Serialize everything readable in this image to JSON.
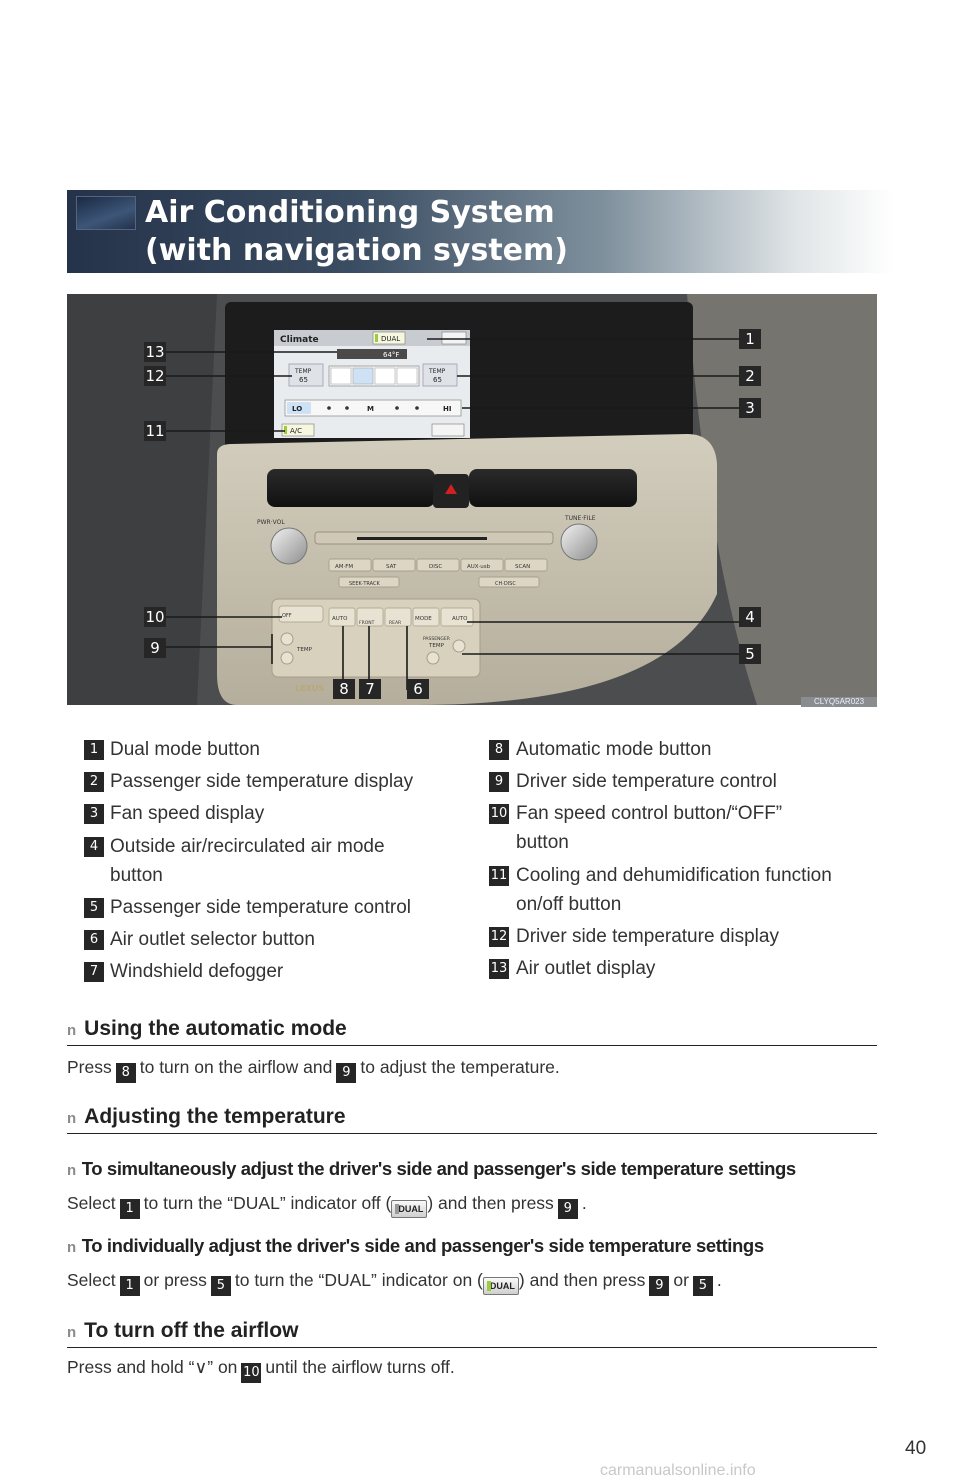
{
  "title": {
    "line1": "Air Conditioning System",
    "line2": "(with navigation system)"
  },
  "photo": {
    "caption": "CLYQ5AR023",
    "screen": {
      "title": "Climate",
      "dual": "DUAL",
      "outside_temp": "64°F",
      "temp_label_left": "TEMP",
      "temp_value_left": "65",
      "temp_label_right": "TEMP",
      "temp_value_right": "65",
      "fan_lo": "LO",
      "fan_m": "M",
      "fan_hi": "HI",
      "ac": "A/C"
    },
    "console": {
      "pwr_vol": "PWR·VOL",
      "tune_file": "TUNE·FILE",
      "btn_am_fm": "AM·FM",
      "btn_sat": "SAT",
      "btn_disc": "DISC",
      "btn_aux": "AUX·usb",
      "btn_scan": "SCAN",
      "btn_seek": "SEEK·TRACK",
      "btn_ch": "CH·DISC",
      "auto_left": "AUTO",
      "front": "FRONT",
      "rear": "REAR",
      "mode": "MODE",
      "auto_right": "AUTO",
      "temp_left": "TEMP",
      "passenger": "PASSENGER",
      "temp_right": "TEMP",
      "off": "OFF",
      "brand": "LEXUS"
    },
    "callouts": [
      "1",
      "2",
      "3",
      "4",
      "5",
      "6",
      "7",
      "8",
      "9",
      "10",
      "11",
      "12",
      "13"
    ]
  },
  "legend": {
    "left": [
      {
        "num": "1",
        "lines": [
          "Dual mode button"
        ]
      },
      {
        "num": "2",
        "lines": [
          "Passenger side temperature display"
        ]
      },
      {
        "num": "3",
        "lines": [
          "Fan speed display"
        ]
      },
      {
        "num": "4",
        "lines": [
          "Outside air/recirculated air mode",
          "button"
        ]
      },
      {
        "num": "5",
        "lines": [
          "Passenger side temperature control"
        ]
      },
      {
        "num": "6",
        "lines": [
          "Air outlet selector button"
        ]
      },
      {
        "num": "7",
        "lines": [
          "Windshield defogger"
        ]
      }
    ],
    "right": [
      {
        "num": "8",
        "lines": [
          "Automatic mode button"
        ]
      },
      {
        "num": "9",
        "lines": [
          "Driver side temperature control"
        ]
      },
      {
        "num": "10",
        "lines": [
          "Fan speed control button/“OFF”",
          "button"
        ]
      },
      {
        "num": "11",
        "lines": [
          "Cooling and dehumidification function",
          "on/off button"
        ]
      },
      {
        "num": "12",
        "lines": [
          "Driver side temperature display"
        ]
      },
      {
        "num": "13",
        "lines": [
          "Air outlet display"
        ]
      }
    ]
  },
  "sections": {
    "bullet": "n",
    "auto_mode": {
      "heading": "Using the automatic mode",
      "t1": "Press",
      "n1": "8",
      "t2": "to turn on the airflow and",
      "n2": "9",
      "t3": "to adjust the temperature."
    },
    "adjust_temp": {
      "heading": "Adjusting the temperature",
      "sim_heading": "To simultaneously adjust the driver's side and passenger's side temperature settings",
      "sim_t1": "Select",
      "sim_n1": "1",
      "sim_t2": "to turn the “DUAL” indicator off (",
      "sim_icon": "DUAL",
      "sim_t3": ") and then press",
      "sim_n2": "9",
      "sim_t4": ".",
      "ind_heading": "To individually adjust the driver's side and passenger's side temperature settings",
      "ind_t1": "Select",
      "ind_n1": "1",
      "ind_t2": "or press",
      "ind_n2": "5",
      "ind_t3": "to turn the “DUAL” indicator on (",
      "ind_icon": "DUAL",
      "ind_t4": ") and then press",
      "ind_n3": "9",
      "ind_t5": "or",
      "ind_n4": "5",
      "ind_t6": "."
    },
    "airflow_off": {
      "heading": "To turn off the airflow",
      "t1": "Press and hold “",
      "sym": "∨",
      "t2": "” on",
      "n1": "10",
      "t3": "until the airflow turns off."
    }
  },
  "page_number": "40",
  "watermark": "carmanualsonline.info"
}
